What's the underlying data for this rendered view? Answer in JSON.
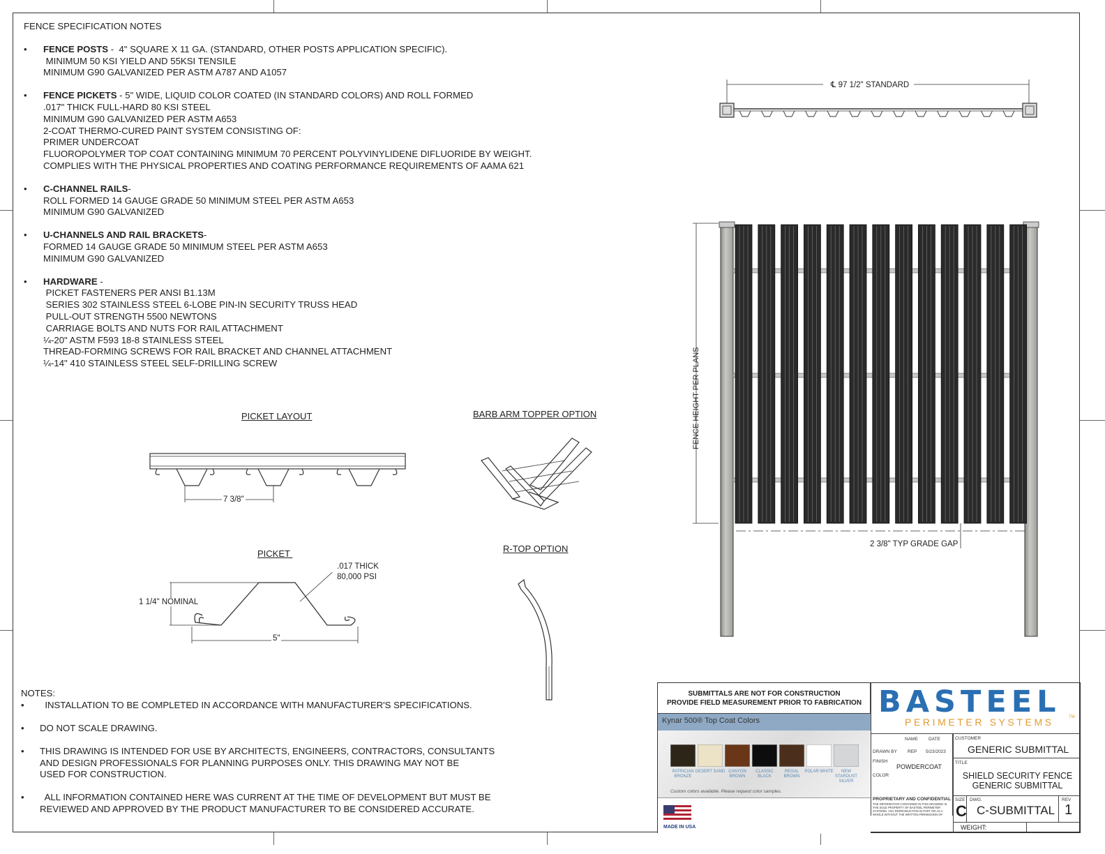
{
  "spec": {
    "title": "FENCE SPECIFICATION NOTES",
    "sections": [
      {
        "head": "FENCE POSTS",
        "sep": " -  ",
        "lines": [
          "4\" SQUARE X 11 GA. (STANDARD, OTHER POSTS APPLICATION SPECIFIC).",
          " MINIMUM 50 KSI YIELD AND 55KSI TENSILE",
          "MINIMUM G90 GALVANIZED PER ASTM A787 AND A1057"
        ]
      },
      {
        "head": "FENCE PICKETS",
        "sep": " - ",
        "lines": [
          "5\" WIDE, LIQUID COLOR COATED (IN STANDARD COLORS) AND ROLL FORMED",
          ".017\" THICK FULL-HARD 80 KSI STEEL",
          "MINIMUM G90 GALVANIZED PER ASTM A653",
          "2-COAT THERMO-CURED PAINT SYSTEM CONSISTING OF:",
          "PRIMER UNDERCOAT",
          "FLUOROPOLYMER TOP COAT CONTAINING MINIMUM 70 PERCENT POLYVINYLIDENE DIFLUORIDE BY WEIGHT.",
          "COMPLIES WITH THE PHYSICAL PROPERTIES AND COATING PERFORMANCE REQUIREMENTS OF AAMA 621"
        ]
      },
      {
        "head": "C-CHANNEL RAILS",
        "sep": "-",
        "lines": [
          "",
          "ROLL FORMED 14 GAUGE GRADE 50 MINIMUM STEEL PER ASTM A653",
          "MINIMUM G90 GALVANIZED"
        ]
      },
      {
        "head": "U-CHANNELS AND RAIL BRACKETS",
        "sep": "-",
        "lines": [
          "",
          "FORMED 14 GAUGE GRADE 50 MINIMUM STEEL PER ASTM A653",
          "MINIMUM G90 GALVANIZED"
        ]
      },
      {
        "head": "HARDWARE",
        "sep": " -",
        "lines": [
          "",
          " PICKET FASTENERS PER ANSI B1.13M",
          " SERIES 302 STAINLESS STEEL 6-LOBE PIN-IN SECURITY TRUSS HEAD",
          " PULL-OUT STRENGTH 5500 NEWTONS",
          " CARRIAGE BOLTS AND NUTS FOR RAIL ATTACHMENT",
          "¼-20\" ASTM F593 18-8 STAINLESS STEEL",
          "THREAD-FORMING SCREWS FOR RAIL BRACKET AND CHANNEL ATTACHMENT",
          "¼-14\" 410 STAINLESS STEEL SELF-DRILLING SCREW"
        ]
      }
    ]
  },
  "labels": {
    "picket_layout": "PICKET LAYOUT",
    "barb_arm": "BARB ARM TOPPER OPTION",
    "picket": "PICKET ",
    "rtop": "R-TOP OPTION",
    "dim_layout": "7 3/8\"",
    "dim_thick_1": ".017 THICK",
    "dim_thick_2": "80,000 PSI",
    "dim_nominal": "1 1/4\" NOMINAL",
    "dim_width": "5\"",
    "dim_standard": "℄ 97 1/2\" STANDARD",
    "fence_height": "FENCE HEIGHT PER PLANS",
    "grade_gap": "2 3/8\" TYP GRADE GAP"
  },
  "notes": {
    "title": "NOTES:",
    "items": [
      [
        "  INSTALLATION TO BE COMPLETED IN ACCORDANCE WITH MANUFACTURER'S SPECIFICATIONS."
      ],
      [
        "DO NOT SCALE DRAWING."
      ],
      [
        "THIS DRAWING IS INTENDED FOR USE BY ARCHITECTS, ENGINEERS, CONTRACTORS, CONSULTANTS",
        "AND DESIGN PROFESSIONALS FOR PLANNING PURPOSES ONLY. THIS DRAWING MAY NOT BE",
        "USED FOR CONSTRUCTION."
      ],
      [
        "  ALL INFORMATION CONTAINED HERE WAS CURRENT AT THE TIME OF DEVELOPMENT BUT MUST BE",
        "REVIEWED AND APPROVED BY THE PRODUCT MANUFACTURER TO BE CONSIDERED ACCURATE."
      ]
    ]
  },
  "titleblock": {
    "warning_1": "SUBMITTALS ARE NOT FOR CONSTRUCTION",
    "warning_2": "PROVIDE FIELD MEASUREMENT PRIOR TO FABRICATION",
    "kynar": "Kynar 500® Top Coat Colors",
    "swatches": [
      {
        "name": "PATRICIAN BRONZE",
        "color": "#2e2519"
      },
      {
        "name": "DESERT SAND",
        "color": "#ece2c6"
      },
      {
        "name": "CANYON BROWN",
        "color": "#6a3618"
      },
      {
        "name": "CLASSIC BLACK",
        "color": "#0d0d0d"
      },
      {
        "name": "REGAL BROWN",
        "color": "#4b2f1c"
      },
      {
        "name": "POLAR WHITE",
        "color": "#ffffff"
      },
      {
        "name": "NEW STARDUST SILVER",
        "color": "#d4d6d8"
      }
    ],
    "custom_colors": "Custom colors available. Please request color samples.",
    "made_in": "MADE IN USA",
    "brand_1": "BASTEEL",
    "brand_2": "PERIMETER SYSTEMS",
    "tm": "TM",
    "col_name": "NAME",
    "col_date": "DATE",
    "drawn_by_label": "DRAWN BY",
    "drawn_by": "REP",
    "date": "5/23/2023",
    "finish_label": "FINISH",
    "finish": "POWDERCOAT",
    "color_label": "COLOR",
    "customer_label": "CUSTOMER",
    "customer": "GENERIC SUBMITTAL",
    "title_label": "TITLE",
    "title_1": "SHIELD SECURITY FENCE",
    "title_2": "GENERIC SUBMITTAL",
    "proprietary": "PROPRIETARY AND CONFIDENTIAL",
    "proprietary_text": "THE INFORMATION CONTAINED IN THIS DRAWING IS THE SOLE PROPERTY OF BASTEEL PERIMETER SYSTEMS. ANY REPRODUCTION IN PART OR AS A WHOLE WITHOUT THE WRITTEN PERMISSION OF BASTEEL PERIMETER SYSTEMS IS PROHIBITED.",
    "size_label": "SIZE",
    "size": "C",
    "dwg_label": "DWG.",
    "dwg": "C-SUBMITTAL",
    "rev_label": "REV",
    "rev": "1",
    "weight_label": "WEIGHT:"
  },
  "colors": {
    "brand_blue": "#2b6fb3",
    "kynar_bar": "#8fa9c4",
    "post_gray": "#b3b3b0",
    "picket_dark": "#2a2a2a"
  }
}
